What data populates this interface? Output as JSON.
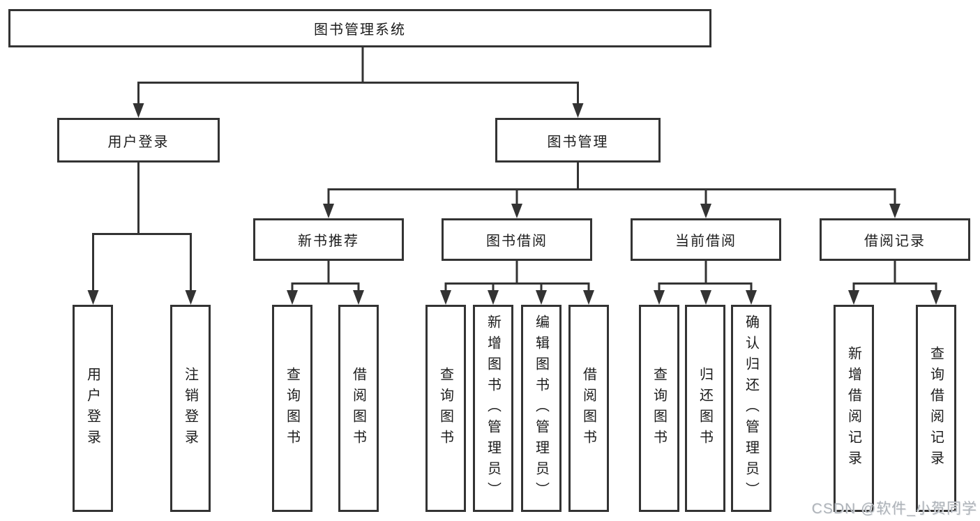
{
  "tree": {
    "label": "图书管理系统",
    "children": [
      {
        "label": "用户登录",
        "children": [
          {
            "label": "用户登录"
          },
          {
            "label": "注销登录"
          }
        ]
      },
      {
        "label": "图书管理",
        "children": [
          {
            "label": "新书推荐",
            "children": [
              {
                "label": "查询图书"
              },
              {
                "label": "借阅图书"
              }
            ]
          },
          {
            "label": "图书借阅",
            "children": [
              {
                "label": "查询图书"
              },
              {
                "label": "新增图书（管理员）"
              },
              {
                "label": "编辑图书（管理员）"
              },
              {
                "label": "借阅图书"
              }
            ]
          },
          {
            "label": "当前借阅",
            "children": [
              {
                "label": "查询图书"
              },
              {
                "label": "归还图书"
              },
              {
                "label": "确认归还（管理员）"
              }
            ]
          },
          {
            "label": "借阅记录",
            "children": [
              {
                "label": "新增借阅记录"
              },
              {
                "label": "查询借阅记录"
              }
            ]
          }
        ]
      }
    ]
  },
  "colors": {
    "line": "#333333",
    "text": "#1c1c1c",
    "watermark": "#aeb3b9"
  },
  "watermark": "CSDN @软件_小贺同学"
}
